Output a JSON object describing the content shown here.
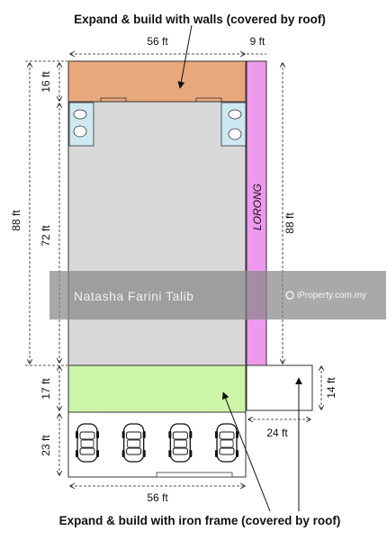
{
  "top_caption": "Expand & build with walls (covered by roof)",
  "bottom_caption": "Expand & build with iron frame (covered by roof)",
  "lane_label": "LORONG",
  "dimensions": {
    "top_width": "56 ft",
    "lane_width": "9 ft",
    "left_total_height": "88 ft",
    "right_total_height": "88 ft",
    "rear_extension_depth": "16 ft",
    "main_house_depth": "72 ft",
    "front_extension_depth": "17 ft",
    "porch_depth": "23 ft",
    "bottom_width": "56 ft",
    "side_box_height": "14 ft",
    "side_box_width": "24 ft"
  },
  "watermark": {
    "left_text": "Natasha Farini Talib",
    "right_text": "iProperty.com.my"
  },
  "car_count": 4,
  "colors": {
    "rear_extension": "#E8A87C",
    "main_house": "#D8D8D8",
    "lane": "#EE99EE",
    "front_extension": "#CDF5A8",
    "watermark_band": "#888888"
  }
}
